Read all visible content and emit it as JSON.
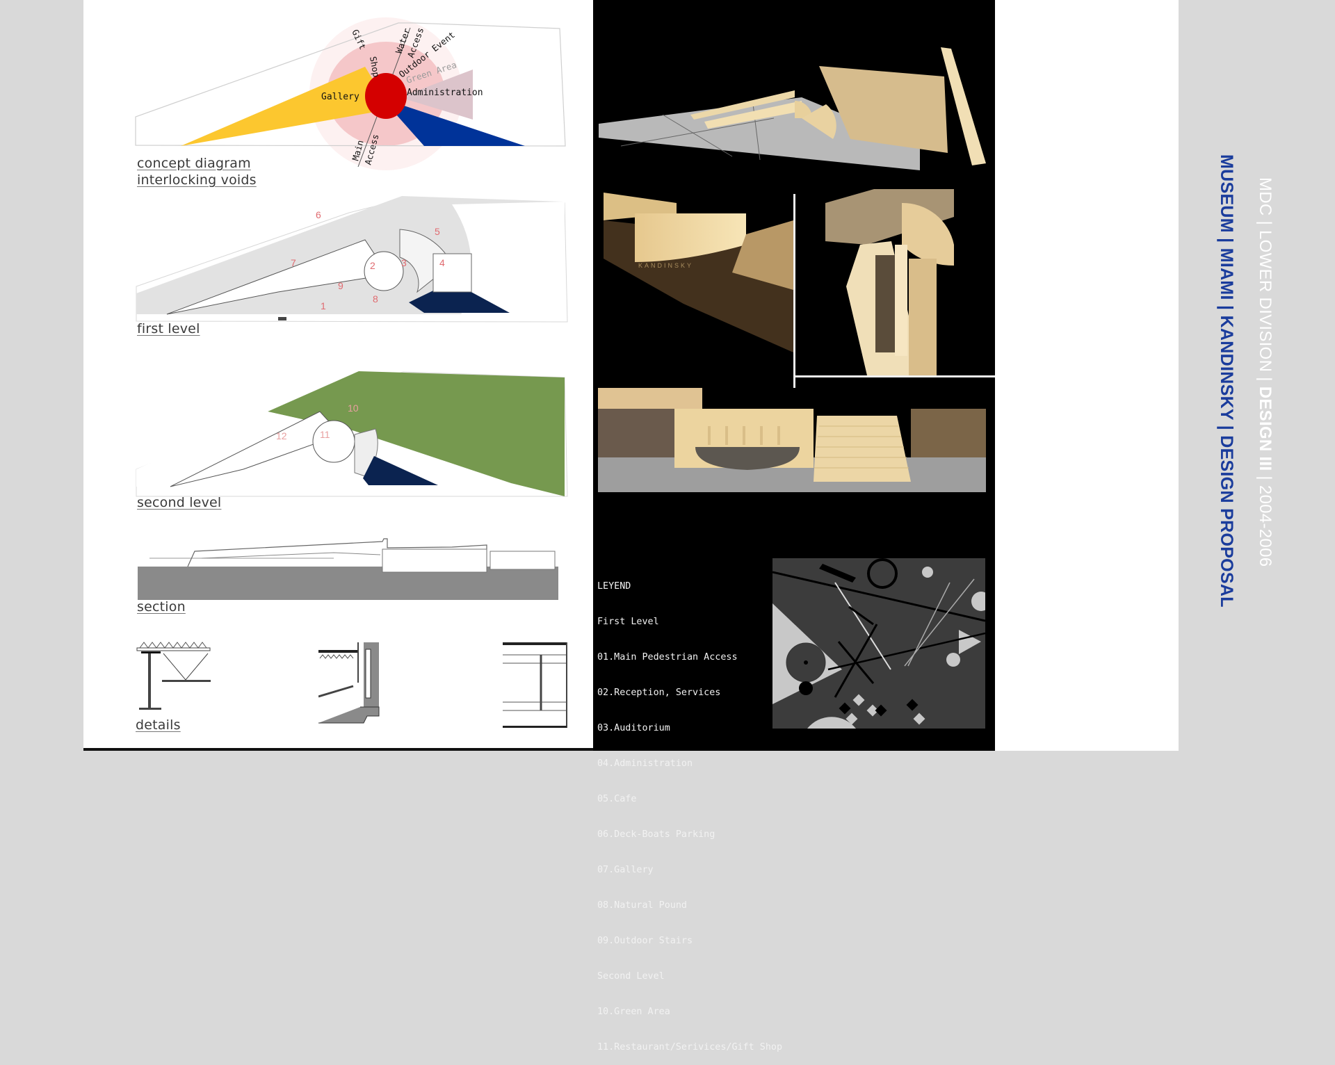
{
  "sidebar_title": {
    "main": "MUSEUM | MIAMI | KANDINSKY | DESIGN PROPOSAL",
    "sub_parts": [
      "MDC | LOWER DIVISION | ",
      "DESIGN III",
      " | 2004-2006"
    ],
    "colors": {
      "main": "#1a3c9c",
      "sub": "#ffffff",
      "band": "#d9d9d9"
    }
  },
  "drawings": {
    "concept": {
      "label_line1": "concept diagram",
      "label_line2": "interlocking voids",
      "zones": {
        "gallery": "Gallery",
        "administration": "Administration",
        "gift_shop": "Gift Shop",
        "water_access": "Water Access",
        "water": "Water",
        "access": "Access",
        "gift": "Gift",
        "shop": "Shop",
        "outdoor_event": "Outdoor Event",
        "green_area": "Green Area",
        "main": "Main",
        "main_access": "Access"
      },
      "colors": {
        "gallery": "#fcc72f",
        "core": "#d40000",
        "admin_void": "#003399",
        "green_void": "#dcc4cb",
        "halo": "#f5c7c9",
        "outer_halo": "#fdf1f1"
      }
    },
    "first_level": {
      "label": "first level",
      "numbers": [
        "1",
        "2",
        "3",
        "4",
        "5",
        "6",
        "7",
        "8",
        "9"
      ],
      "colors": {
        "site": "#e2e2e2",
        "pond": "#0b2350",
        "numbers": "#e06b70"
      }
    },
    "second_level": {
      "label": "second level",
      "numbers": [
        "10",
        "11",
        "12"
      ],
      "colors": {
        "green": "#76994f",
        "pond": "#0b2350"
      }
    },
    "section": {
      "label": "section",
      "colors": {
        "ground": "#8a8a8a"
      }
    },
    "details": {
      "label": "details"
    }
  },
  "photos": [
    {
      "id": "model-overview",
      "description": "site model aerial view"
    },
    {
      "id": "model-perspective",
      "description": "model perspective with KANDINSKY lettering",
      "engraving": "KANDINSKY"
    },
    {
      "id": "model-plan-view",
      "description": "model top view of gallery wing"
    },
    {
      "id": "model-elevation",
      "description": "model elevation with auditorium and stairs"
    }
  ],
  "legend": {
    "title": "LEYEND",
    "sections": [
      {
        "heading": "First Level",
        "items": [
          "01.Main Pedestrian Access",
          "02.Reception, Services",
          "03.Auditorium",
          "04.Administration",
          "05.Cafe",
          "06.Deck-Boats Parking",
          "07.Gallery",
          "08.Natural Pound",
          "09.Outdoor Stairs"
        ]
      },
      {
        "heading": "Second Level",
        "items": [
          "10.Green Area",
          "11.Restaurant/Serivices/Gift Shop"
        ]
      }
    ]
  },
  "kandinsky_composition": {
    "description": "grayscale Kandinsky-style composition",
    "colors": {
      "bg": "#3c3c3c",
      "light": "#c8c8c8",
      "dark": "#000000"
    }
  }
}
